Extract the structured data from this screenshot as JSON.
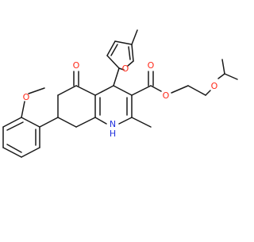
{
  "diagram": {
    "kind": "chemical-structure",
    "background": "#ffffff",
    "bond_color": "#1a1a1a",
    "atom_colors": {
      "O": "#ff2a1a",
      "N": "#2233dd",
      "H": "#2233dd"
    },
    "labels": {
      "ring_oxygen": "O",
      "ketone_oxygen": "O",
      "methoxy_oxygen": "O",
      "ester_carbonyl_oxygen": "O",
      "ester_oxygen": "O",
      "ether_oxygen": "O",
      "amine_nitrogen": "N",
      "amine_hydrogen": "H"
    }
  }
}
